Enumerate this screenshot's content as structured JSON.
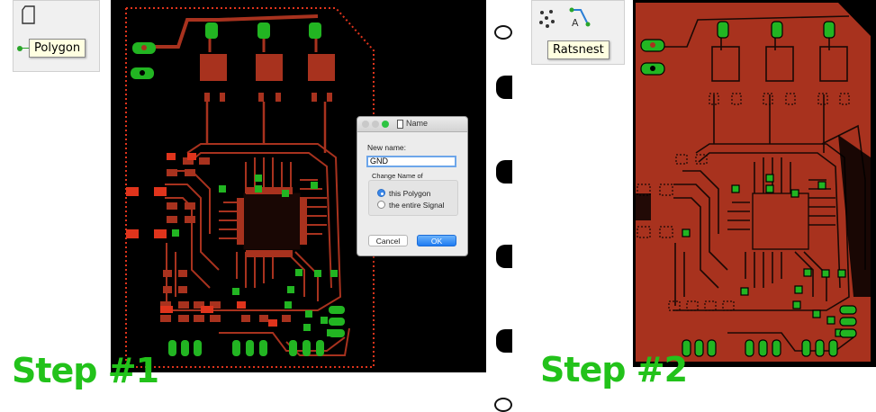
{
  "left_panel": {
    "tool_tooltip": "Polygon",
    "step_label": "Step #1"
  },
  "dialog": {
    "title": "Name",
    "new_name_label": "New name:",
    "new_name_value": "GND",
    "change_group_label": "Change Name of",
    "options": [
      {
        "label": "this Polygon",
        "selected": true
      },
      {
        "label": "the entire Signal",
        "selected": false
      }
    ],
    "cancel_label": "Cancel",
    "ok_label": "OK"
  },
  "right_panel": {
    "tool_tooltip": "Ratsnest",
    "step_label": "Step #2"
  },
  "colors": {
    "pcb_background": "#000000",
    "copper": "#a8321e",
    "pad_green": "#22b522",
    "polygon_outline": "#e0341c",
    "step_text": "#22c21a"
  }
}
